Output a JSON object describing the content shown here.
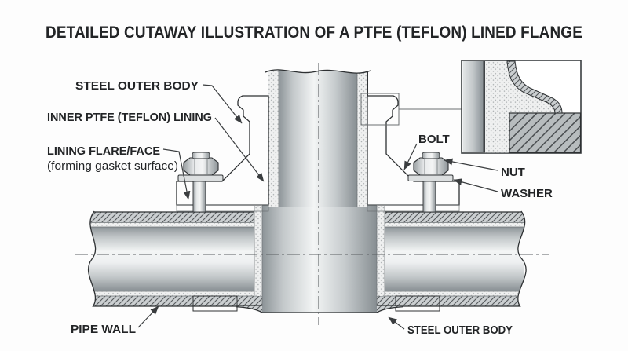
{
  "title": "DETAILED CUTAWAY ILLUSTRATION OF A PTFE (TEFLON) LINED FLANGE",
  "labels": {
    "steel_outer_body_top": "STEEL OUTER BODY",
    "inner_ptfe_lining": "INNER PTFE (TEFLON) LINING",
    "lining_flare_face": "LINING FLARE/FACE",
    "lining_flare_face_sub": "(forming gasket surface)",
    "bolt": "BOLT",
    "nut": "NUT",
    "washer": "WASHER",
    "pipe_wall": "PIPE WALL",
    "steel_outer_body_bottom": "STEEL OUTER BODY"
  },
  "colors": {
    "background": "#fdfdfd",
    "outline": "#2e3133",
    "label_text": "#222426",
    "leader_line": "#3a3d3f",
    "steel_hatch_fill": "#cbcfd1",
    "steel_hatch_line": "#565a5d",
    "inset_steel_fill": "#b7bcbe",
    "ptfe_stipple_fill": "#eff0f0",
    "ptfe_stipple_dot": "#a6aaac",
    "metal_highlight": "#f3f5f5",
    "metal_shadow": "#878e92"
  }
}
